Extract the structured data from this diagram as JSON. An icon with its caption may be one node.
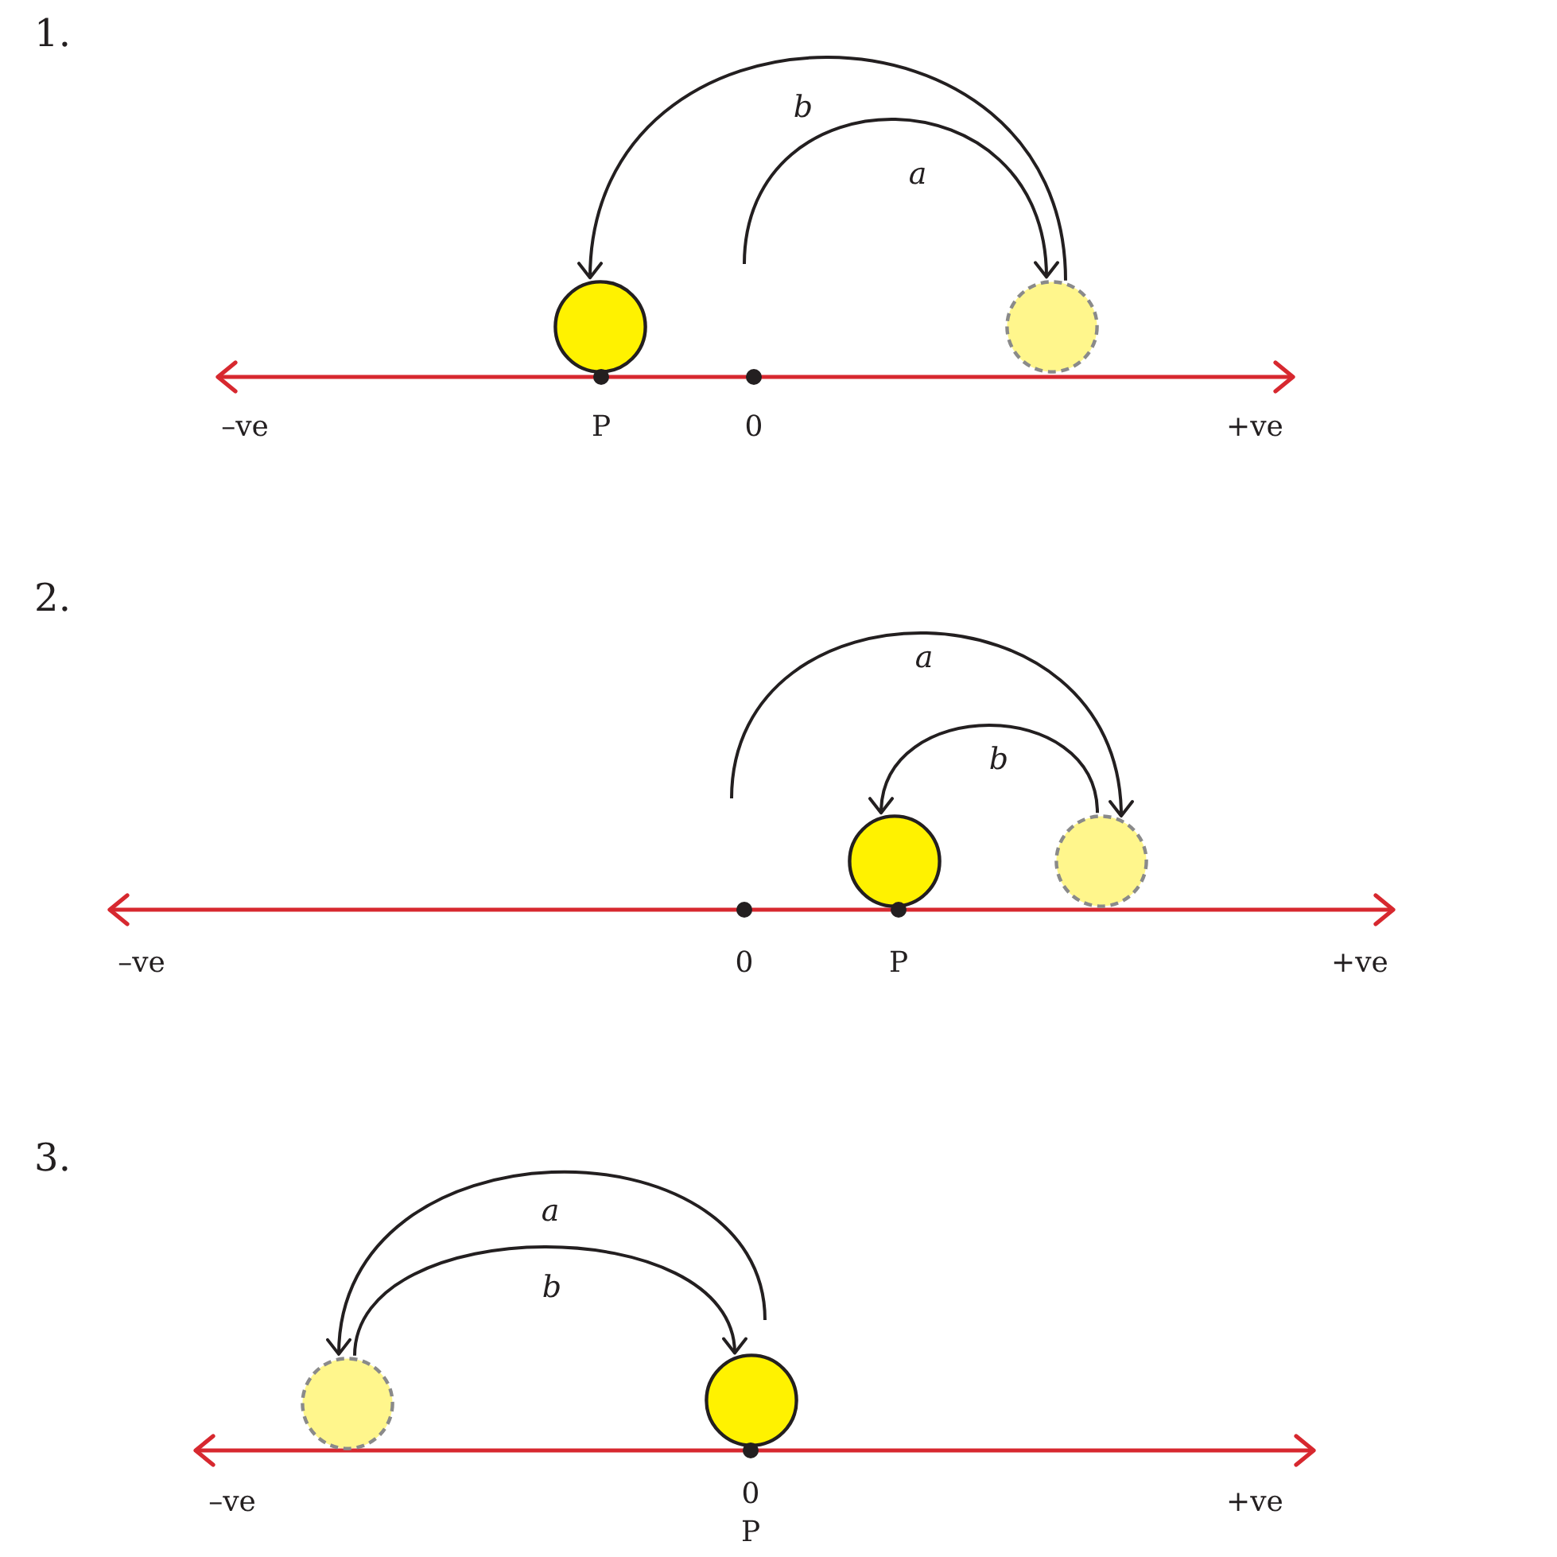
{
  "diagram": {
    "nodes": [
      {
        "text": [],
        "shape": "circle"
      },
      {
        "text": [],
        "shape": "circle"
      },
      {
        "text": [],
        "shape": "circle"
      },
      {
        "text": [],
        "shape": "circle"
      },
      {
        "text": [],
        "shape": "circle"
      },
      {
        "text": [],
        "shape": "circle"
      }
    ],
    "edges": [
      {
        "from": null,
        "to": 1,
        "arrow": "to",
        "label": "a"
      },
      {
        "from": 1,
        "to": 0,
        "arrow": "to",
        "label": "b"
      },
      {
        "from": null,
        "to": 3,
        "arrow": "to",
        "label": "a"
      },
      {
        "from": 3,
        "to": 2,
        "arrow": "to",
        "label": "b"
      },
      {
        "from": null,
        "to": 4,
        "arrow": "to",
        "label": "a"
      },
      {
        "from": 4,
        "to": 5,
        "arrow": "to",
        "label": "b"
      }
    ],
    "labels": [
      "1.",
      "–ve",
      "P",
      "0",
      "+ve",
      "2.",
      "–ve",
      "0",
      "P",
      "+ve",
      "3.",
      "–ve",
      "0",
      "+ve",
      "P"
    ]
  }
}
